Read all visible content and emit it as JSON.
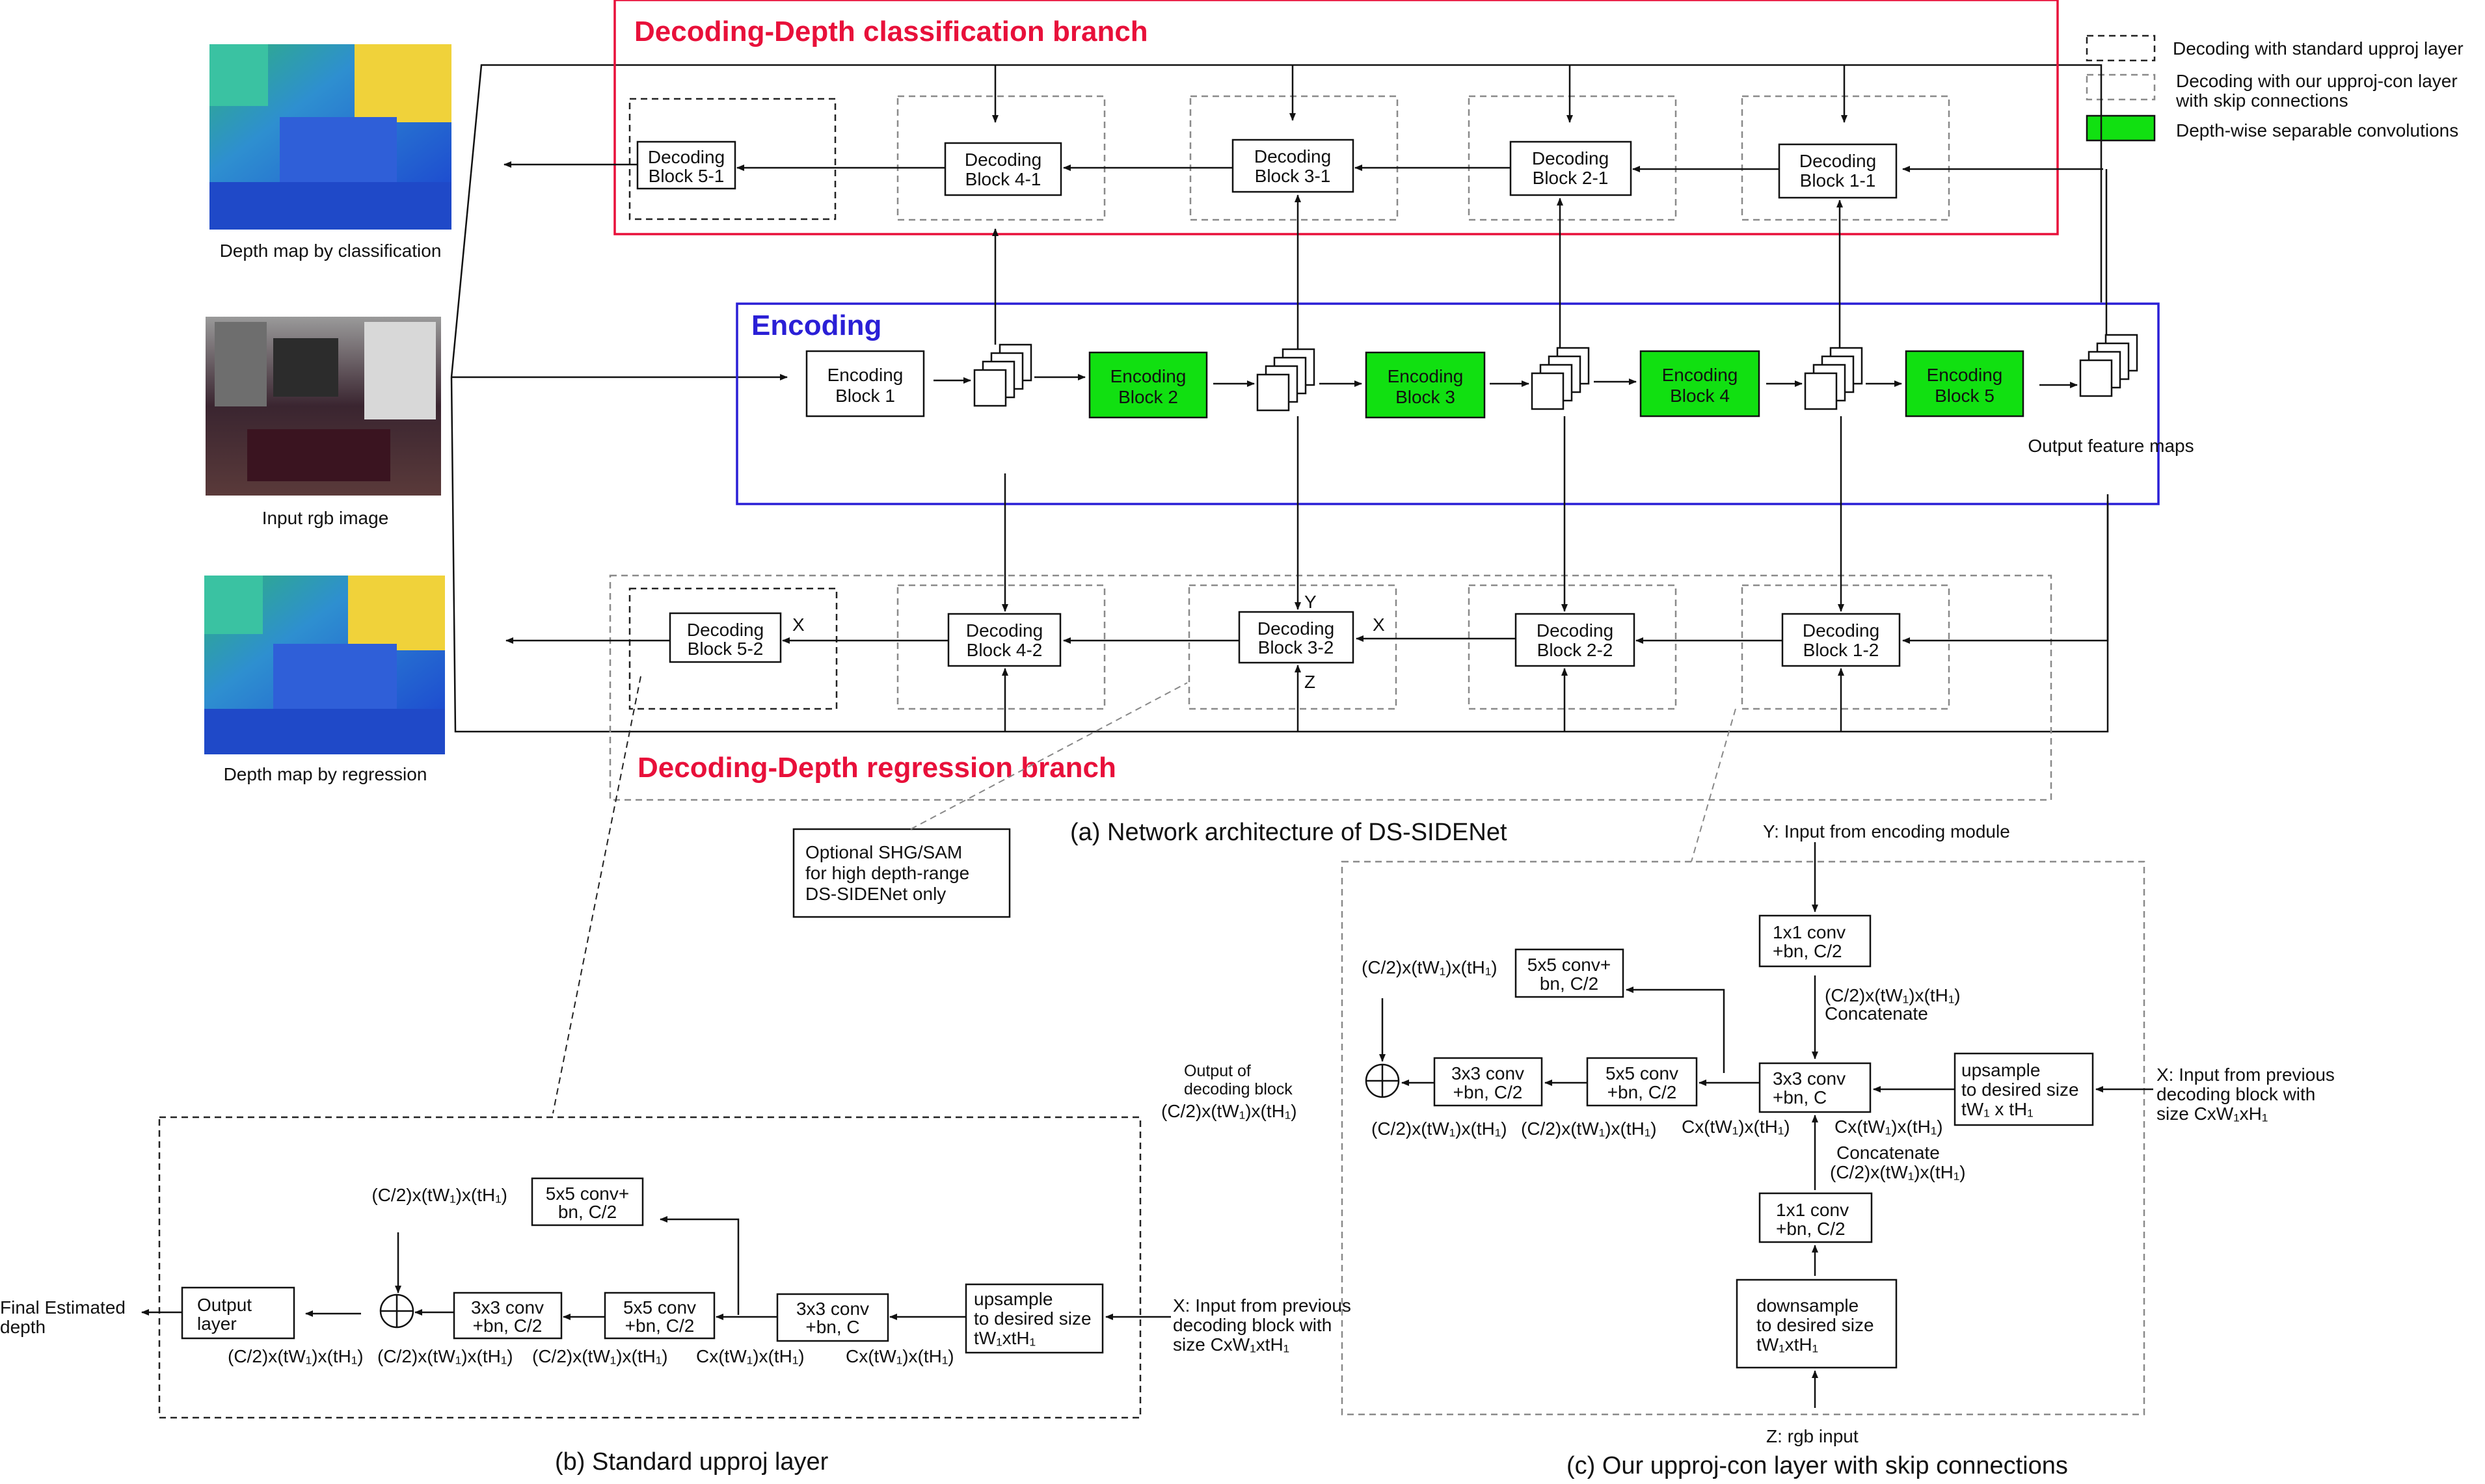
{
  "legend": {
    "standard": "Decoding with standard upproj layer",
    "ours_line1": "Decoding with our upproj-con layer",
    "ours_line2": "with skip connections",
    "ds_conv": "Depth-wise separable convolutions",
    "colors": {
      "red": "#e8103a",
      "blue": "#2a1fd6",
      "green": "#11e011"
    }
  },
  "images": {
    "classification_caption": "Depth map by classification",
    "input_caption": "Input rgb image",
    "regression_caption": "Depth map by regression"
  },
  "classification": {
    "title": "Decoding-Depth classification branch",
    "blocks": [
      {
        "l1": "Decoding",
        "l2": "Block 5-1"
      },
      {
        "l1": "Decoding",
        "l2": "Block 4-1"
      },
      {
        "l1": "Decoding",
        "l2": "Block 3-1"
      },
      {
        "l1": "Decoding",
        "l2": "Block 2-1"
      },
      {
        "l1": "Decoding",
        "l2": "Block 1-1"
      }
    ]
  },
  "encoding": {
    "title": "Encoding",
    "blocks": [
      {
        "l1": "Encoding",
        "l2": "Block 1"
      },
      {
        "l1": "Encoding",
        "l2": "Block 2"
      },
      {
        "l1": "Encoding",
        "l2": "Block 3"
      },
      {
        "l1": "Encoding",
        "l2": "Block 4"
      },
      {
        "l1": "Encoding",
        "l2": "Block 5"
      }
    ],
    "output_label": "Output feature maps"
  },
  "regression": {
    "title": "Decoding-Depth regression branch",
    "blocks": [
      {
        "l1": "Decoding",
        "l2": "Block 5-2"
      },
      {
        "l1": "Decoding",
        "l2": "Block 4-2"
      },
      {
        "l1": "Decoding",
        "l2": "Block 3-2"
      },
      {
        "l1": "Decoding",
        "l2": "Block 2-2"
      },
      {
        "l1": "Decoding",
        "l2": "Block 1-2"
      }
    ],
    "x": "X",
    "y": "Y",
    "z": "Z"
  },
  "shg": {
    "l1": "Optional SHG/SAM",
    "l2": "for high depth-range",
    "l3": "DS-SIDENet only"
  },
  "captions": {
    "a": "(a) Network architecture of DS-SIDENet",
    "b": "(b) Standard upproj layer",
    "c": "(c) Our upproj-con layer with skip connections"
  },
  "panel_b": {
    "final_l1": "Final Estimated",
    "final_l2": "depth",
    "output_l1": "Output",
    "output_l2": "layer",
    "conv3_top_l1": "3x3 conv",
    "conv3_top_l2": "+bn, C/2",
    "conv5_l1": "5x5 conv",
    "conv5_l2": "+bn, C/2",
    "conv3_l1": "3x3 conv",
    "conv3_l2": "+bn, C",
    "up_l1": "upsample",
    "up_l2": "to desired size",
    "up_l3": "tW₁xtH₁",
    "conv5_top_l1": "5x5 conv+",
    "conv5_top_l2": "bn, C/2",
    "dim_top": "(C/2)x(tW₁)x(tH₁)",
    "x_l1": "X: Input from previous",
    "x_l2": "decoding block with",
    "x_l3": "size CxW₁xtH₁",
    "d1": "(C/2)x(tW₁)x(tH₁)",
    "d2": "(C/2)x(tW₁)x(tH₁)",
    "d3": "(C/2)x(tW₁)x(tH₁)",
    "d4": "Cx(tW₁)x(tH₁)",
    "d5": "Cx(tW₁)x(tH₁)"
  },
  "panel_c": {
    "y_label": "Y: Input from encoding module",
    "conv1a_l1": "1x1 conv",
    "conv1a_l2": "+bn, C/2",
    "concat1_dim": "(C/2)x(tW₁)x(tH₁)",
    "concat1": "Concatenate",
    "conv5_top_l1": "5x5 conv+",
    "conv5_top_l2": "bn, C/2",
    "dim_top": "(C/2)x(tW₁)x(tH₁)",
    "out_l1": "Output of",
    "out_l2": "decoding block",
    "out_dim": "(C/2)x(tW₁)x(tH₁)",
    "conv3a_l1": "3x3 conv",
    "conv3a_l2": "+bn, C/2",
    "conv5_l1": "5x5 conv",
    "conv5_l2": "+bn, C/2",
    "conv3b_l1": "3x3 conv",
    "conv3b_l2": "+bn, C",
    "up_l1": "upsample",
    "up_l2": "to desired size",
    "up_l3": "tW₁ x tH₁",
    "x_l1": "X: Input from previous",
    "x_l2": "decoding block with",
    "x_l3": "size CxW₁xH₁",
    "d1": "(C/2)x(tW₁)x(tH₁)",
    "d2": "(C/2)x(tW₁)x(tH₁)",
    "d3": "Cx(tW₁)x(tH₁)",
    "d4": "Cx(tW₁)x(tH₁)",
    "concat2": "Concatenate",
    "concat2_dim": "(C/2)x(tW₁)x(tH₁)",
    "conv1b_l1": "1x1 conv",
    "conv1b_l2": "+bn, C/2",
    "down_l1": "downsample",
    "down_l2": "to desired size",
    "down_l3": "tW₁xtH₁",
    "z_label": "Z: rgb input"
  }
}
